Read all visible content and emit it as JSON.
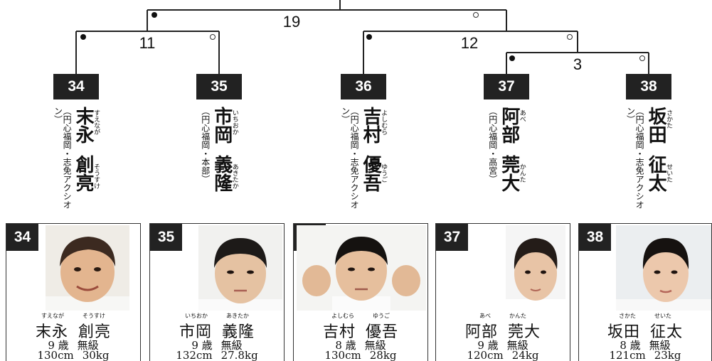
{
  "bracket": {
    "top": "19",
    "left": "11",
    "right": "12",
    "sub": "3"
  },
  "players": [
    {
      "seed": "34",
      "family": "末永",
      "given": "創亮",
      "family_kana": "すえなが",
      "given_kana": "そうすけ",
      "dojo": "（円心福岡・志免アクシオン）",
      "age": "9 歳",
      "rank": "無級",
      "height": "130cm",
      "weight": "30kg"
    },
    {
      "seed": "35",
      "family": "市岡",
      "given": "義隆",
      "family_kana": "いちおか",
      "given_kana": "あきたか",
      "dojo": "（円心福岡・本部）",
      "age": "9 歳",
      "rank": "無級",
      "height": "132cm",
      "weight": "27.8kg"
    },
    {
      "seed": "36",
      "family": "吉村",
      "given": "優吾",
      "family_kana": "よしむら",
      "given_kana": "ゆうご",
      "dojo": "（円心福岡・志免アクシオン）",
      "age": "8 歳",
      "rank": "無級",
      "height": "130cm",
      "weight": "28kg"
    },
    {
      "seed": "37",
      "family": "阿部",
      "given": "莞大",
      "family_kana": "あべ",
      "given_kana": "かんた",
      "dojo": "（円心福岡・高宮）",
      "age": "9 歳",
      "rank": "無級",
      "height": "120cm",
      "weight": "24kg"
    },
    {
      "seed": "38",
      "family": "坂田",
      "given": "征太",
      "family_kana": "さかた",
      "given_kana": "せいた",
      "dojo": "（円心福岡・志免アクシオン）",
      "age": "8 歳",
      "rank": "無級",
      "height": "121cm",
      "weight": "23kg"
    }
  ]
}
